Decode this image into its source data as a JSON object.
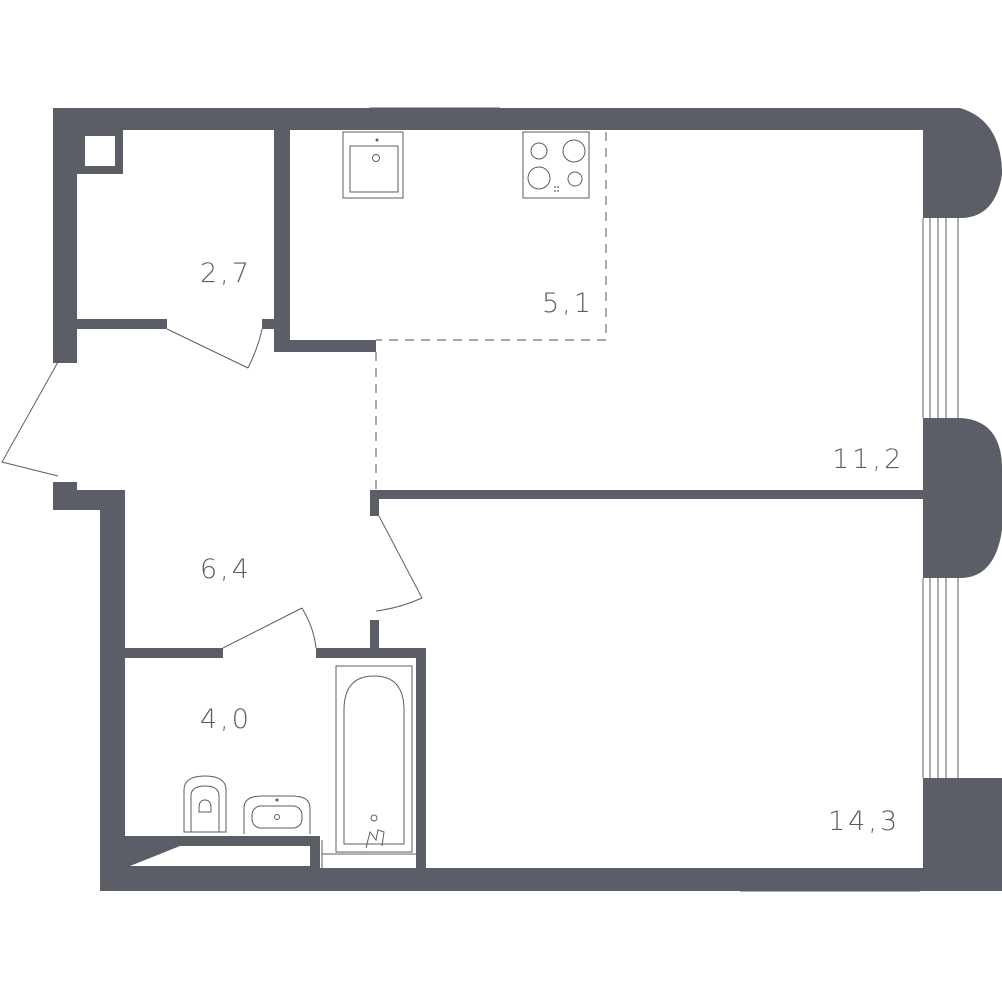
{
  "floorplan": {
    "wall_color": "#5b5e66",
    "rooms": [
      {
        "id": "storage",
        "area": "2,7"
      },
      {
        "id": "kitchen",
        "area": "5,1"
      },
      {
        "id": "living",
        "area": "11,2"
      },
      {
        "id": "hall",
        "area": "6,4"
      },
      {
        "id": "bathroom",
        "area": "4,0"
      },
      {
        "id": "bedroom",
        "area": "14,3"
      }
    ],
    "icons": [
      "sink-icon",
      "stove-icon",
      "bathtub-icon",
      "toilet-icon",
      "washbasin-icon",
      "window-icon",
      "door-icon"
    ]
  }
}
